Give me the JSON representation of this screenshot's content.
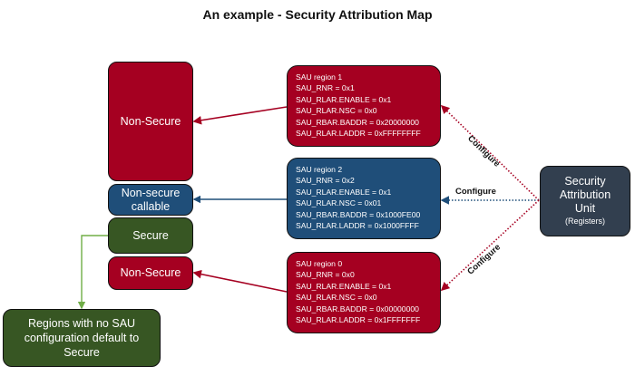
{
  "title": "An example - Security Attribution Map",
  "memory_map": [
    {
      "label": "Non-Secure",
      "type": "non-secure",
      "color": "#a50021"
    },
    {
      "label": "Non-secure callable",
      "label_lines": [
        "Non-secure",
        "callable"
      ],
      "type": "non-secure-callable",
      "color": "#1f4e79"
    },
    {
      "label": "Secure",
      "type": "secure",
      "color": "#375623"
    },
    {
      "label": "Non-Secure",
      "type": "non-secure",
      "color": "#a50021"
    }
  ],
  "default_note": {
    "lines": [
      "Regions with no SAU",
      "configuration default to",
      "Secure"
    ],
    "color": "#375623"
  },
  "sau_regions": [
    {
      "name": "SAU region 1",
      "color": "#a50021",
      "lines": [
        "SAU region 1",
        "SAU_RNR = 0x1",
        "SAU_RLAR.ENABLE = 0x1",
        "SAU_RLAR.NSC = 0x0",
        "SAU_RBAR.BADDR = 0x20000000",
        "SAU_RLAR.LADDR = 0xFFFFFFFF"
      ]
    },
    {
      "name": "SAU region 2",
      "color": "#1f4e79",
      "lines": [
        "SAU region 2",
        "SAU_RNR = 0x2",
        "SAU_RLAR.ENABLE = 0x1",
        "SAU_RLAR.NSC = 0x01",
        "SAU_RBAR.BADDR = 0x1000FE00",
        "SAU_RLAR.LADDR = 0x1000FFFF"
      ]
    },
    {
      "name": "SAU region 0",
      "color": "#a50021",
      "lines": [
        "SAU region 0",
        "SAU_RNR = 0x0",
        "SAU_RLAR.ENABLE = 0x1",
        "SAU_RLAR.NSC = 0x0",
        "SAU_RBAR.BADDR = 0x00000000",
        "SAU_RLAR.LADDR = 0x1FFFFFFF"
      ]
    }
  ],
  "sau_unit": {
    "lines": [
      "Security",
      "Attribution",
      "Unit"
    ],
    "subtitle": "(Registers)",
    "color": "#323f4f"
  },
  "connectors": {
    "configure_label": "Configure",
    "configure_labels": [
      "Configure",
      "Configure",
      "Configure"
    ]
  }
}
